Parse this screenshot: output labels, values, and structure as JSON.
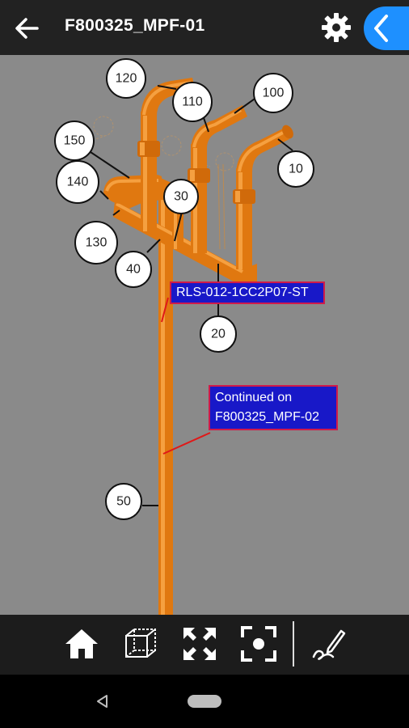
{
  "header": {
    "title": "F800325_MPF-01",
    "back_icon": "arrow-left-icon",
    "settings_icon": "gear-icon",
    "side_icon": "chevron-left-icon"
  },
  "viewport": {
    "labels": {
      "b120": "120",
      "b110": "110",
      "b100": "100",
      "b150": "150",
      "b10": "10",
      "b140": "140",
      "b30": "30",
      "b130": "130",
      "b40": "40",
      "b20": "20",
      "b50": "50"
    },
    "tag_line": "RLS-012-1CC2P07-ST",
    "continued_line1": "Continued on",
    "continued_line2": "F800325_MPF-02"
  },
  "toolbar": {
    "home_icon": "home-icon",
    "cube_icon": "cube-icon",
    "expand_icon": "expand-icon",
    "focus_icon": "focus-frame-icon",
    "pen_icon": "pen-signature-icon"
  },
  "colors": {
    "pipe": "#e87d12",
    "tag_bg": "#1818c8",
    "tag_border": "#d01a4a",
    "accent": "#1e90ff"
  }
}
